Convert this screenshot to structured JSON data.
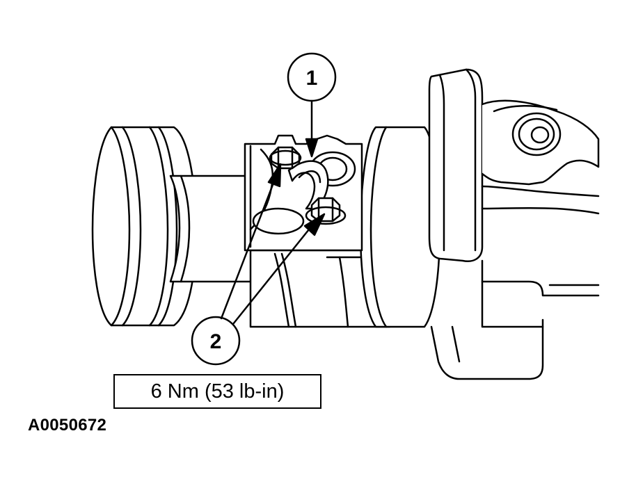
{
  "callouts": {
    "one": "1",
    "two": "2"
  },
  "torque_spec": "6 Nm (53 lb-in)",
  "figure_id": "A0050672",
  "colors": {
    "line": "#000000",
    "background": "#ffffff"
  }
}
